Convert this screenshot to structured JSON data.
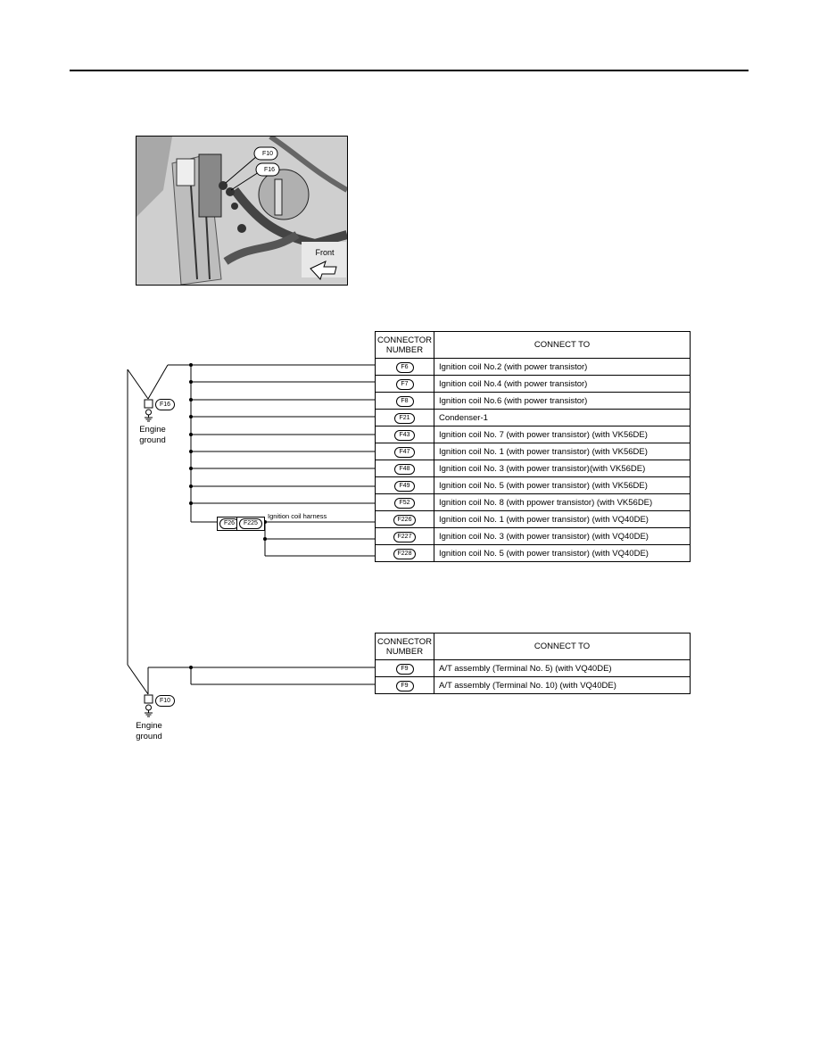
{
  "photo": {
    "callouts": [
      "F10",
      "F16"
    ],
    "direction_label": "Front"
  },
  "table1": {
    "header_connector": "CONNECTOR\nNUMBER",
    "header_connect_to": "CONNECT TO",
    "rows": [
      {
        "num": "F6",
        "desc": "Ignition coil No.2 (with power transistor)"
      },
      {
        "num": "F7",
        "desc": "Ignition coil No.4 (with power transistor)"
      },
      {
        "num": "F8",
        "desc": "Ignition coil No.6 (with power transistor)"
      },
      {
        "num": "F21",
        "desc": "Condenser-1"
      },
      {
        "num": "F43",
        "desc": "Ignition coil No. 7 (with power transistor) (with VK56DE)"
      },
      {
        "num": "F47",
        "desc": "Ignition coil No. 1 (with power transistor) (with VK56DE)"
      },
      {
        "num": "F48",
        "desc": "Ignition coil No. 3 (with power transistor)(with VK56DE)"
      },
      {
        "num": "F49",
        "desc": "Ignition coil No. 5 (with power transistor) (with VK56DE)"
      },
      {
        "num": "F52",
        "desc": "Ignition coil No. 8 (with ppower transistor) (with VK56DE)"
      },
      {
        "num": "F226",
        "desc": "Ignition coil No. 1 (with power transistor) (with VQ40DE)"
      },
      {
        "num": "F227",
        "desc": "Ignition coil No. 3 (with power transistor) (with VQ40DE)"
      },
      {
        "num": "F228",
        "desc": "Ignition coil No. 5 (with power transistor) (with VQ40DE)"
      }
    ]
  },
  "table2": {
    "header_connector": "CONNECTOR\nNUMBER",
    "header_connect_to": "CONNECT TO",
    "rows": [
      {
        "num": "F9",
        "desc": "A/T assembly (Terminal No. 5) (with VQ40DE)"
      },
      {
        "num": "F9",
        "desc": "A/T assembly (Terminal No. 10) (with VQ40DE)"
      }
    ]
  },
  "ground1": {
    "tag": "F16",
    "label": "Engine\nground"
  },
  "ground2": {
    "tag": "F10",
    "label": "Engine\nground"
  },
  "harness": {
    "tags": [
      "F26",
      "F225"
    ],
    "label": "Ignition coil harness"
  }
}
